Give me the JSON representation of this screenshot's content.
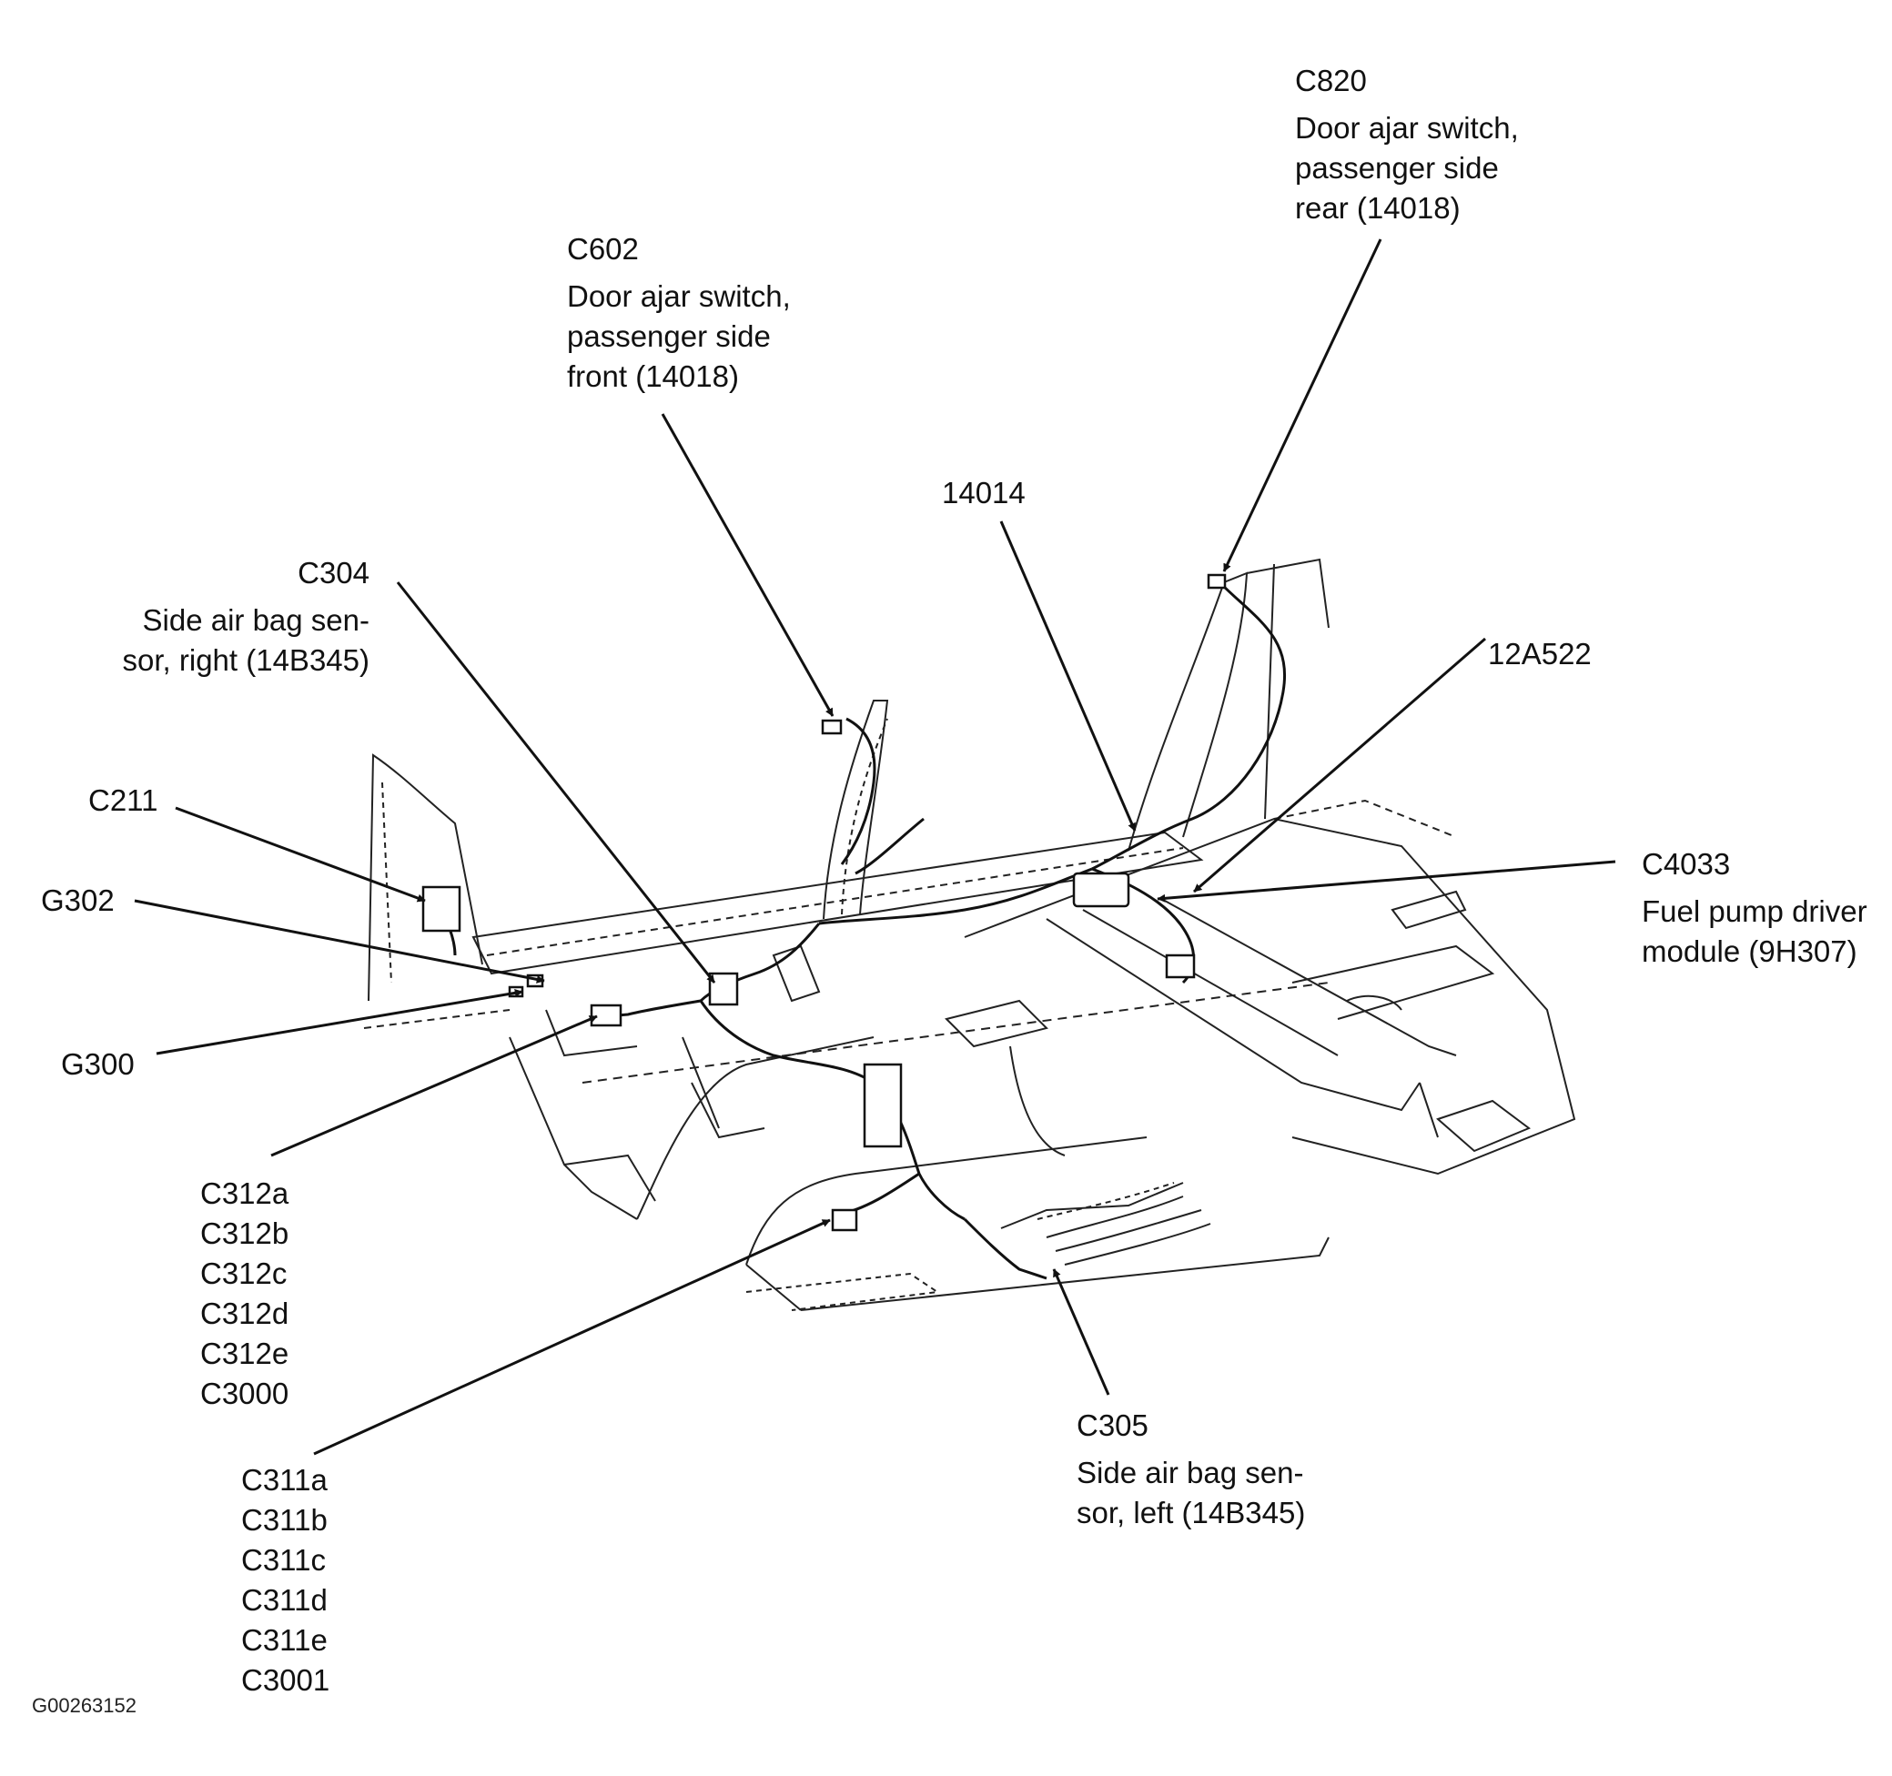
{
  "figure_id": "G00263152",
  "callouts": {
    "c820": {
      "code": "C820",
      "desc": [
        "Door ajar switch,",
        "passenger side",
        "rear (14018)"
      ]
    },
    "c602": {
      "code": "C602",
      "desc": [
        "Door ajar switch,",
        "passenger side",
        "front (14018)"
      ]
    },
    "p14014": {
      "code": "14014"
    },
    "c304": {
      "code": "C304",
      "desc": [
        "Side air bag sen-",
        "sor, right (14B345)"
      ]
    },
    "p12a522": {
      "code": "12A522"
    },
    "c211": {
      "code": "C211"
    },
    "g302": {
      "code": "G302"
    },
    "c4033": {
      "code": "C4033",
      "desc": [
        "Fuel pump driver",
        "module (9H307)"
      ]
    },
    "g300": {
      "code": "G300"
    },
    "c312_group": [
      "C312a",
      "C312b",
      "C312c",
      "C312d",
      "C312e",
      "C3000"
    ],
    "c311_group": [
      "C311a",
      "C311b",
      "C311c",
      "C311d",
      "C311e",
      "C3001"
    ],
    "c305": {
      "code": "C305",
      "desc": [
        "Side air bag sen-",
        "sor, left (14B345)"
      ]
    }
  }
}
